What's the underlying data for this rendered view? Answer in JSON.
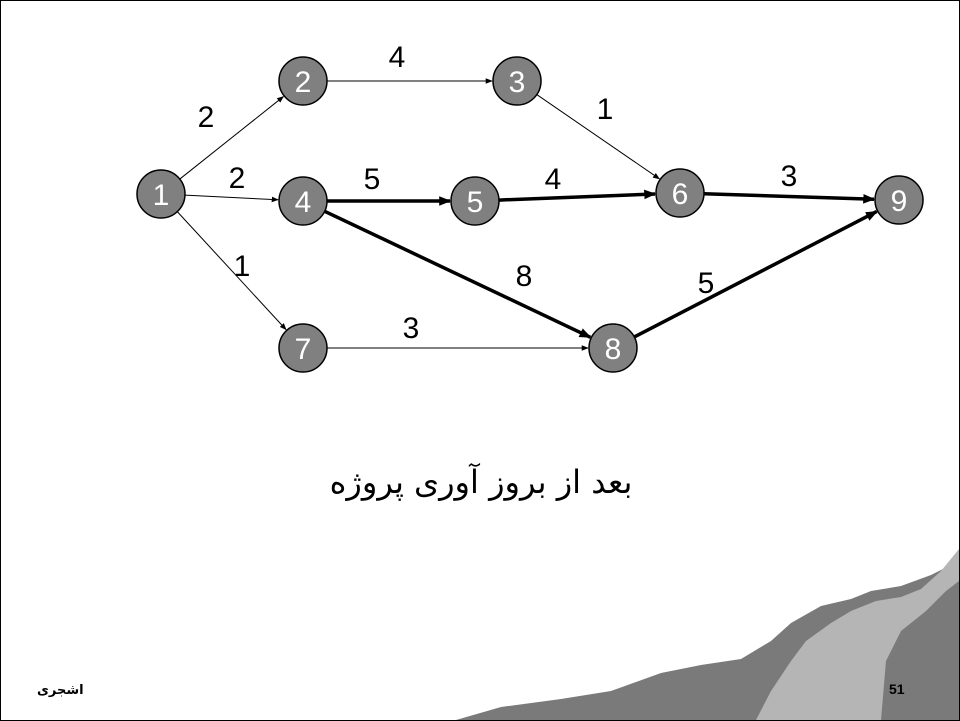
{
  "diagram": {
    "colors": {
      "node_fill": "#808080",
      "node_stroke": "#000000",
      "edge": "#000000",
      "rock_dark": "#7a7a7a",
      "rock_light": "#b5b5b5"
    },
    "nodes": [
      {
        "id": "1",
        "label": "1"
      },
      {
        "id": "2",
        "label": "2"
      },
      {
        "id": "3",
        "label": "3"
      },
      {
        "id": "4",
        "label": "4"
      },
      {
        "id": "5",
        "label": "5"
      },
      {
        "id": "6",
        "label": "6"
      },
      {
        "id": "7",
        "label": "7"
      },
      {
        "id": "8",
        "label": "8"
      },
      {
        "id": "9",
        "label": "9"
      }
    ],
    "edges": [
      {
        "from": "1",
        "to": "2",
        "label": "2",
        "critical": false
      },
      {
        "from": "2",
        "to": "3",
        "label": "4",
        "critical": false
      },
      {
        "from": "3",
        "to": "6",
        "label": "1",
        "critical": false
      },
      {
        "from": "1",
        "to": "4",
        "label": "2",
        "critical": false
      },
      {
        "from": "4",
        "to": "5",
        "label": "5",
        "critical": true
      },
      {
        "from": "5",
        "to": "6",
        "label": "4",
        "critical": true
      },
      {
        "from": "6",
        "to": "9",
        "label": "3",
        "critical": true
      },
      {
        "from": "1",
        "to": "7",
        "label": "1",
        "critical": false
      },
      {
        "from": "7",
        "to": "8",
        "label": "3",
        "critical": false
      },
      {
        "from": "4",
        "to": "8",
        "label": "8",
        "critical": true
      },
      {
        "from": "8",
        "to": "9",
        "label": "5",
        "critical": true
      }
    ]
  },
  "caption": "بعد از بروز آوری پروژه",
  "footer": {
    "author": "اشجری",
    "page_number": "51"
  }
}
